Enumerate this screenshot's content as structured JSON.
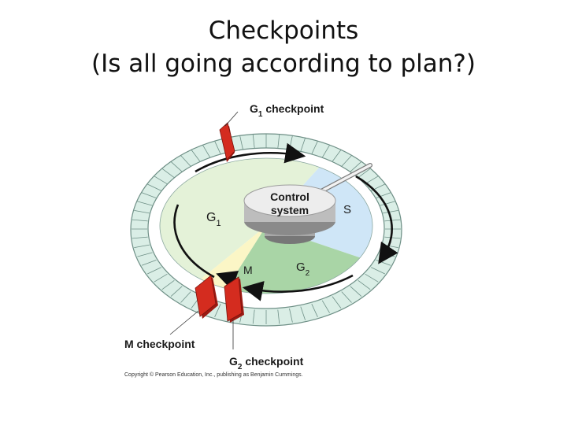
{
  "title": {
    "line1": "Checkpoints",
    "line2": "(Is all going according to plan?)"
  },
  "diagram": {
    "center": {
      "line1": "Control",
      "line2": "system"
    },
    "phases": {
      "g1": {
        "main": "G",
        "sub": "1"
      },
      "s": "S",
      "g2": {
        "main": "G",
        "sub": "2"
      },
      "m": "M"
    },
    "checkpoints": {
      "g1": {
        "main": "G",
        "sub": "1",
        "rest": " checkpoint"
      },
      "m": "M checkpoint",
      "g2": {
        "main": "G",
        "sub": "2",
        "rest": " checkpoint"
      }
    },
    "copyright": "Copyright © Pearson Education, Inc., publishing as Benjamin Cummings.",
    "colors": {
      "g1_sector": "#e4f2d8",
      "s_sector": "#cfe6f7",
      "g2_sector": "#a9d5a6",
      "m_sector": "#fbf6c6",
      "ring": "#daeee6",
      "ring_edge": "#6e8f86",
      "checkpoint_gate": "#d42c1f"
    }
  }
}
